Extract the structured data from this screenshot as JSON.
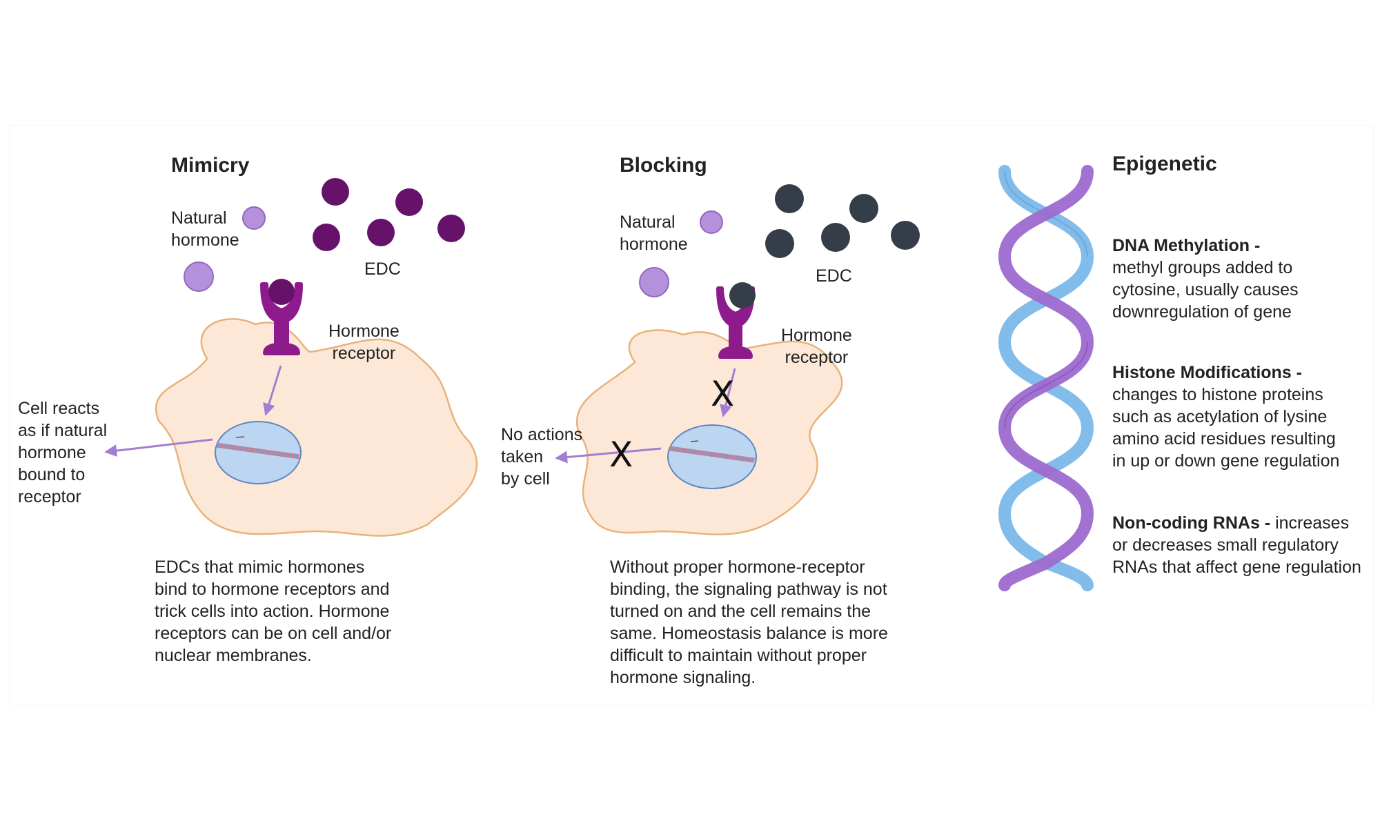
{
  "mimicry": {
    "title": "Mimicry",
    "natural_hormone": "Natural\nhormone",
    "edc": "EDC",
    "hormone_receptor": "Hormone\nreceptor",
    "cell_reaction": "Cell reacts\nas if natural\nhormone\nbound to\nreceptor",
    "description": "EDCs that mimic hormones\nbind to hormone receptors and\ntrick cells into action. Hormone\nreceptors can be on cell and/or\nnuclear membranes."
  },
  "blocking": {
    "title": "Blocking",
    "natural_hormone": "Natural\nhormone",
    "edc": "EDC",
    "hormone_receptor": "Hormone\nreceptor",
    "no_action": "No actions\ntaken\nby cell",
    "x_mark_1": "X",
    "x_mark_2": "X",
    "description": "Without proper hormone-receptor\nbinding, the signaling pathway is not\nturned on and the cell remains the\nsame. Homeostasis balance is more\ndifficult to maintain without proper\nhormone signaling."
  },
  "epigenetic": {
    "title": "Epigenetic",
    "items": [
      {
        "heading": "DNA Methylation -",
        "text": "methyl groups added to\ncytosine, usually causes\ndownregulation of gene"
      },
      {
        "heading": "Histone Modifications -",
        "text": "changes to histone proteins\nsuch as acetylation of lysine\namino acid residues resulting\nin up or down gene regulation"
      },
      {
        "heading": "Non-coding RNAs -",
        "text": " increases\nor decreases small regulatory\nRNAs that affect gene regulation"
      }
    ]
  },
  "colors": {
    "natural_hormone": "#b591db",
    "edc_mimicry": "#66126b",
    "edc_blocking": "#353d48",
    "receptor": "#8e1b8c",
    "cell_fill": "#fde8d7",
    "cell_border": "#e8b27a",
    "nucleus_fill": "#bcd6f2",
    "arrow": "#a27ed2",
    "dna_strand_1": "#9d6ad0",
    "dna_strand_2": "#7bb8ea"
  }
}
